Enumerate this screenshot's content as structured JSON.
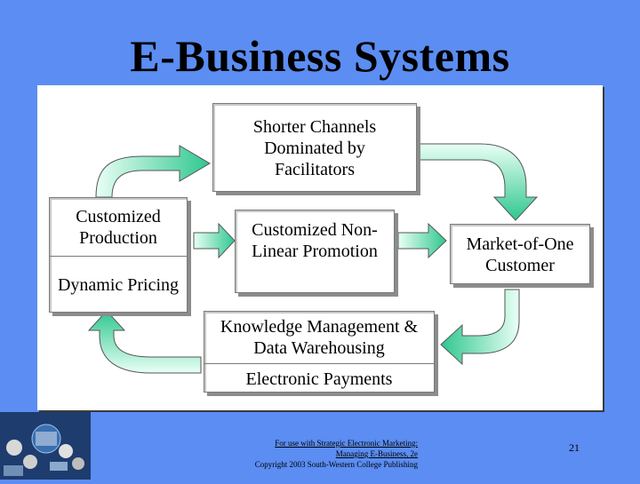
{
  "title": "E-Business Systems",
  "boxes": {
    "shorter_channels": "Shorter Channels Dominated by Facilitators",
    "customized_production": "Customized Production",
    "dynamic_pricing": "Dynamic Pricing",
    "customized_promotion": "Customized Non-Linear Promotion",
    "market_of_one": "Market-of-One Customer",
    "knowledge_management": "Knowledge Management & Data Warehousing",
    "electronic_payments": "Electronic Payments"
  },
  "footer": {
    "line1": "For use with Strategic Electronic Marketing:",
    "line2": "Managing E-Business, 2e",
    "line3": "Copyright 2003 South-Western College Publishing"
  },
  "page_number": "21",
  "colors": {
    "background": "#5b8df2",
    "arrow_fill": "#3fcf9a",
    "arrow_light": "#eafff6"
  }
}
